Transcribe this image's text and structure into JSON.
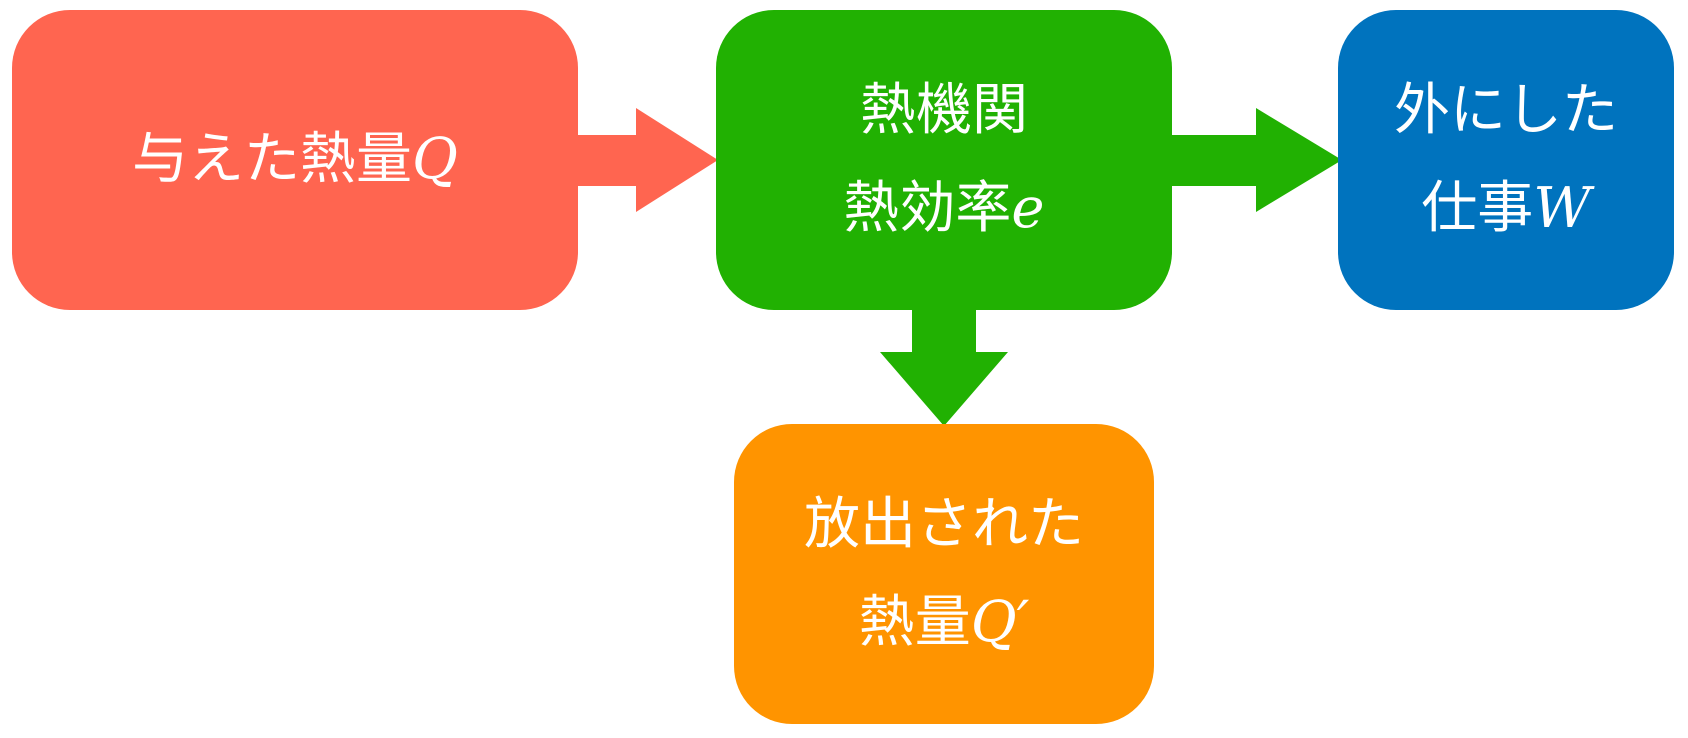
{
  "colors": {
    "input": "#FF6550",
    "engine": "#21B102",
    "work": "#0073BE",
    "output": "#FF9400"
  },
  "boxes": {
    "input": {
      "text": "与えた熱量",
      "symbol": "Q"
    },
    "engine": {
      "line1": "熱機関",
      "line2_text": "熱効率",
      "line2_symbol": "e"
    },
    "work": {
      "line1": "外にした",
      "line2_text": "仕事",
      "line2_symbol": "W"
    },
    "output": {
      "line1": "放出された",
      "line2_text": "熱量",
      "line2_symbol": "Q′"
    }
  }
}
